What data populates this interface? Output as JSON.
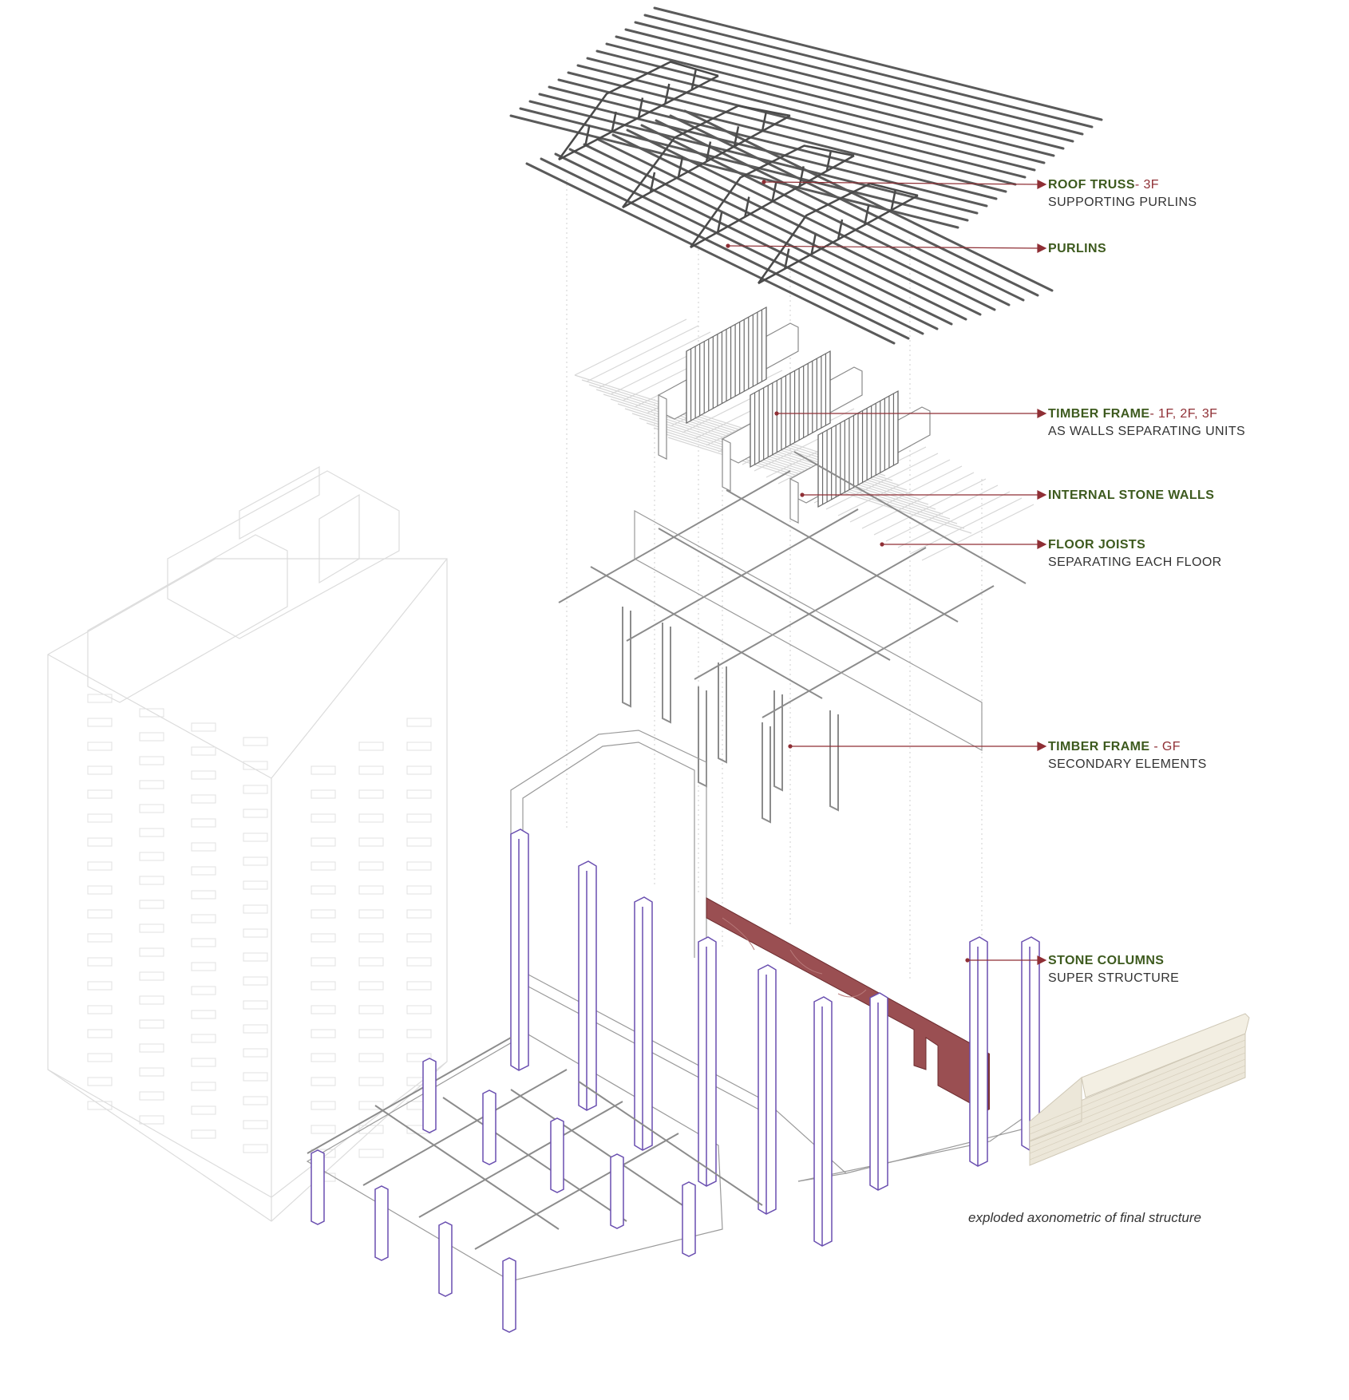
{
  "labels": {
    "roof_truss": {
      "title": "ROOF TRUSS",
      "floors": "- 3F",
      "sub": "SUPPORTING PURLINS"
    },
    "purlins": {
      "title": "PURLINS"
    },
    "timber_frame_upper": {
      "title": "TIMBER FRAME",
      "floors": "- 1F, 2F, 3F",
      "sub": "AS WALLS SEPARATING UNITS"
    },
    "internal_stone_walls": {
      "title": "INTERNAL STONE WALLS"
    },
    "floor_joists": {
      "title": "FLOOR JOISTS",
      "sub": "SEPARATING EACH FLOOR"
    },
    "timber_frame_gf": {
      "title": "TIMBER FRAME ",
      "floors": "- GF",
      "sub": "SECONDARY ELEMENTS"
    },
    "stone_columns": {
      "title": "STONE COLUMNS",
      "sub": "SUPER STRUCTURE"
    }
  },
  "caption": "exploded axonometric of final structure",
  "colors": {
    "label_title": "#3d5a1e",
    "label_floor": "#8f2f35",
    "leader": "#8f2f35",
    "column_outline": "#6a4fb0",
    "stone_wall_fill": "#9a4f52",
    "ghost_building": "#d9d9d9",
    "truss": "#555555",
    "brick_wall": "#e9e5d8"
  }
}
